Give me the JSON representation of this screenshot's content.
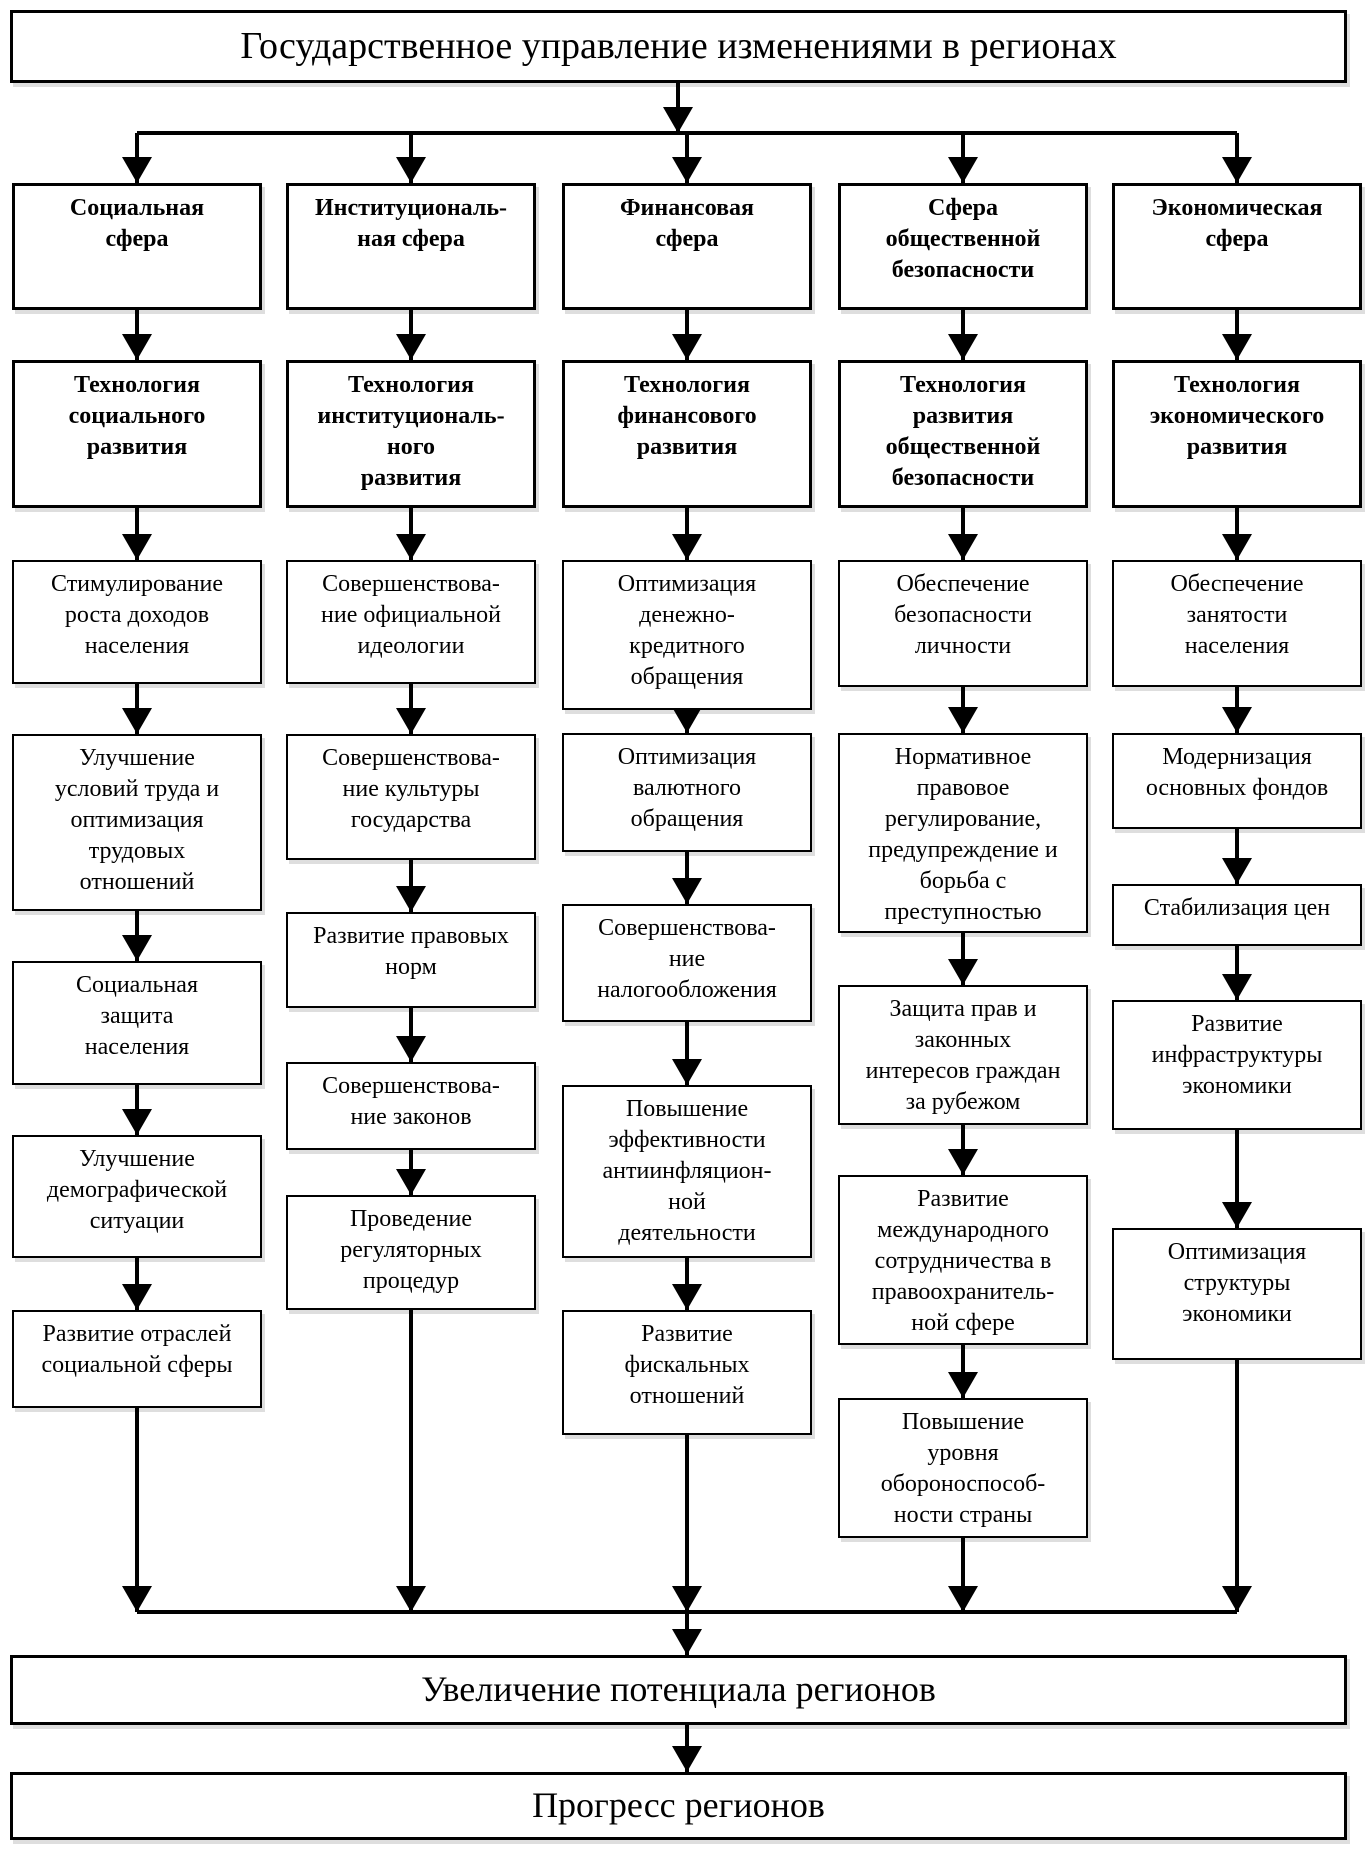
{
  "diagram": {
    "title": "Государственное управление изменениями в регионах",
    "outcome": "Увеличение потенциала регионов",
    "result": "Прогресс регионов",
    "colors": {
      "line": "#000000",
      "box_background": "#ffffff",
      "text": "#000000"
    },
    "columns": [
      {
        "sphere": "Социальная\nсфера",
        "technology": "Технология\nсоциального\nразвития",
        "steps": [
          "Стимулирование\nроста доходов\nнаселения",
          "Улучшение\nусловий труда и\nоптимизация\nтрудовых\nотношений",
          "Социальная\nзащита\nнаселения",
          "Улучшение\nдемографической\nситуации",
          "Развитие отраслей\nсоциальной сферы"
        ]
      },
      {
        "sphere": "Институциональ-\nная сфера",
        "technology": "Технология\nинституциональ-\nного\nразвития",
        "steps": [
          "Совершенствова-\nние официальной\nидеологии",
          "Совершенствова-\nние культуры\nгосударства",
          "Развитие правовых\nнорм",
          "Совершенствова-\nние законов",
          "Проведение\nрегуляторных\nпроцедур"
        ]
      },
      {
        "sphere": "Финансовая\nсфера",
        "technology": "Технология\nфинансового\nразвития",
        "steps": [
          "Оптимизация\nденежно-\nкредитного\nобращения",
          "Оптимизация\nвалютного\nобращения",
          "Совершенствова-\nние\nналогообложения",
          "Повышение\nэффективности\nантиинфляцион-\nной\nдеятельности",
          "Развитие\nфискальных\nотношений"
        ]
      },
      {
        "sphere": "Сфера\nобщественной\nбезопасности",
        "technology": "Технология\nразвития\nобщественной\nбезопасности",
        "steps": [
          "Обеспечение\nбезопасности\nличности",
          "Нормативное\nправовое\nрегулирование,\nпредупреждение и\nборьба с\nпреступностью",
          "Защита прав и\nзаконных\nинтересов граждан\nза рубежом",
          "Развитие\nмеждународного\nсотрудничества в\nправоохранитель-\nной сфере",
          "Повышение\nуровня\nобороноспособ-\nности страны"
        ]
      },
      {
        "sphere": "Экономическая\nсфера",
        "technology": "Технология\nэкономического\nразвития",
        "steps": [
          "Обеспечение\nзанятости\nнаселения",
          "Модернизация\nосновных фондов",
          "Стабилизация цен",
          "Развитие\nинфраструктуры\nэкономики",
          "Оптимизация\nструктуры\nэкономики"
        ]
      }
    ]
  }
}
